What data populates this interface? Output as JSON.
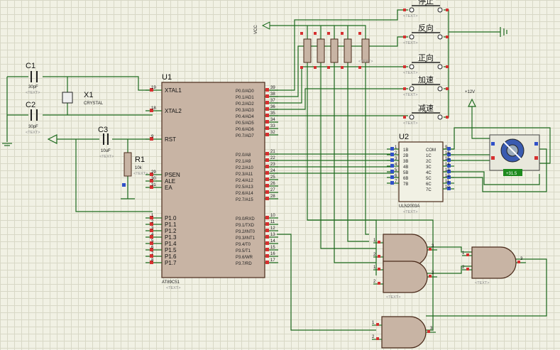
{
  "components": {
    "c1": {
      "ref": "C1",
      "value": "30pF"
    },
    "c2": {
      "ref": "C2",
      "value": "30pF"
    },
    "c3": {
      "ref": "C3",
      "value": "10uF"
    },
    "x1": {
      "ref": "X1",
      "type": "CRYSTAL"
    },
    "r1": {
      "ref": "R1",
      "value": "10k"
    },
    "u1": {
      "ref": "U1",
      "part": "AT89C51"
    },
    "u2": {
      "ref": "U2",
      "part": "ULN2003A"
    },
    "vcc": "VCC",
    "v12": "+12V",
    "text_placeholder": "<TEXT>",
    "motor_badge": "+31.5"
  },
  "buttons": [
    "停止",
    "反向",
    "正向",
    "加速",
    "减速"
  ],
  "u1_left_pins": [
    {
      "num": "19",
      "name": "XTAL1"
    },
    {
      "num": "18",
      "name": "XTAL2"
    },
    {
      "num": "9",
      "name": "RST"
    },
    {
      "num": "29",
      "name": "PSEN"
    },
    {
      "num": "30",
      "name": "ALE"
    },
    {
      "num": "31",
      "name": "EA"
    },
    {
      "num": "1",
      "name": "P1.0"
    },
    {
      "num": "2",
      "name": "P1.1"
    },
    {
      "num": "3",
      "name": "P1.2"
    },
    {
      "num": "4",
      "name": "P1.3"
    },
    {
      "num": "5",
      "name": "P1.4"
    },
    {
      "num": "6",
      "name": "P1.5"
    },
    {
      "num": "7",
      "name": "P1.6"
    },
    {
      "num": "8",
      "name": "P1.7"
    }
  ],
  "u1_right_pins": [
    {
      "num": "39",
      "name": "P0.0/AD0"
    },
    {
      "num": "38",
      "name": "P0.1/AD1"
    },
    {
      "num": "37",
      "name": "P0.2/AD2"
    },
    {
      "num": "36",
      "name": "P0.3/AD3"
    },
    {
      "num": "35",
      "name": "P0.4/AD4"
    },
    {
      "num": "34",
      "name": "P0.5/AD5"
    },
    {
      "num": "33",
      "name": "P0.6/AD6"
    },
    {
      "num": "32",
      "name": "P0.7/AD7"
    },
    {
      "num": "21",
      "name": "P2.0/A8"
    },
    {
      "num": "22",
      "name": "P2.1/A9"
    },
    {
      "num": "23",
      "name": "P2.2/A10"
    },
    {
      "num": "24",
      "name": "P2.3/A11"
    },
    {
      "num": "25",
      "name": "P2.4/A12"
    },
    {
      "num": "26",
      "name": "P2.5/A13"
    },
    {
      "num": "27",
      "name": "P2.6/A14"
    },
    {
      "num": "28",
      "name": "P2.7/A15"
    },
    {
      "num": "10",
      "name": "P3.0/RXD"
    },
    {
      "num": "11",
      "name": "P3.1/TXD"
    },
    {
      "num": "12",
      "name": "P3.2/INT0"
    },
    {
      "num": "13",
      "name": "P3.3/INT1"
    },
    {
      "num": "14",
      "name": "P3.4/T0"
    },
    {
      "num": "15",
      "name": "P3.5/T1"
    },
    {
      "num": "16",
      "name": "P3.6/WR"
    },
    {
      "num": "17",
      "name": "P3.7/RD"
    }
  ],
  "u2_left_pins": [
    "1B",
    "2B",
    "3B",
    "4B",
    "5B",
    "6B",
    "7B"
  ],
  "u2_left_nums": [
    "1",
    "2",
    "3",
    "4",
    "5",
    "6",
    "7"
  ],
  "u2_right_pins": [
    "COM",
    "1C",
    "2C",
    "3C",
    "4C",
    "5C",
    "6C",
    "7C"
  ],
  "u2_right_nums": [
    "9",
    "16",
    "15",
    "14",
    "13",
    "12",
    "11",
    "10"
  ],
  "gates": {
    "g1": {
      "in": [
        "1",
        "2"
      ],
      "out": "3"
    },
    "g2": {
      "in": [
        "1",
        "2"
      ],
      "out": "3"
    },
    "g3": {
      "in": [
        "1",
        "2"
      ],
      "out": "3"
    },
    "g4": {
      "in": [
        "1",
        "2"
      ],
      "out": "3"
    }
  }
}
